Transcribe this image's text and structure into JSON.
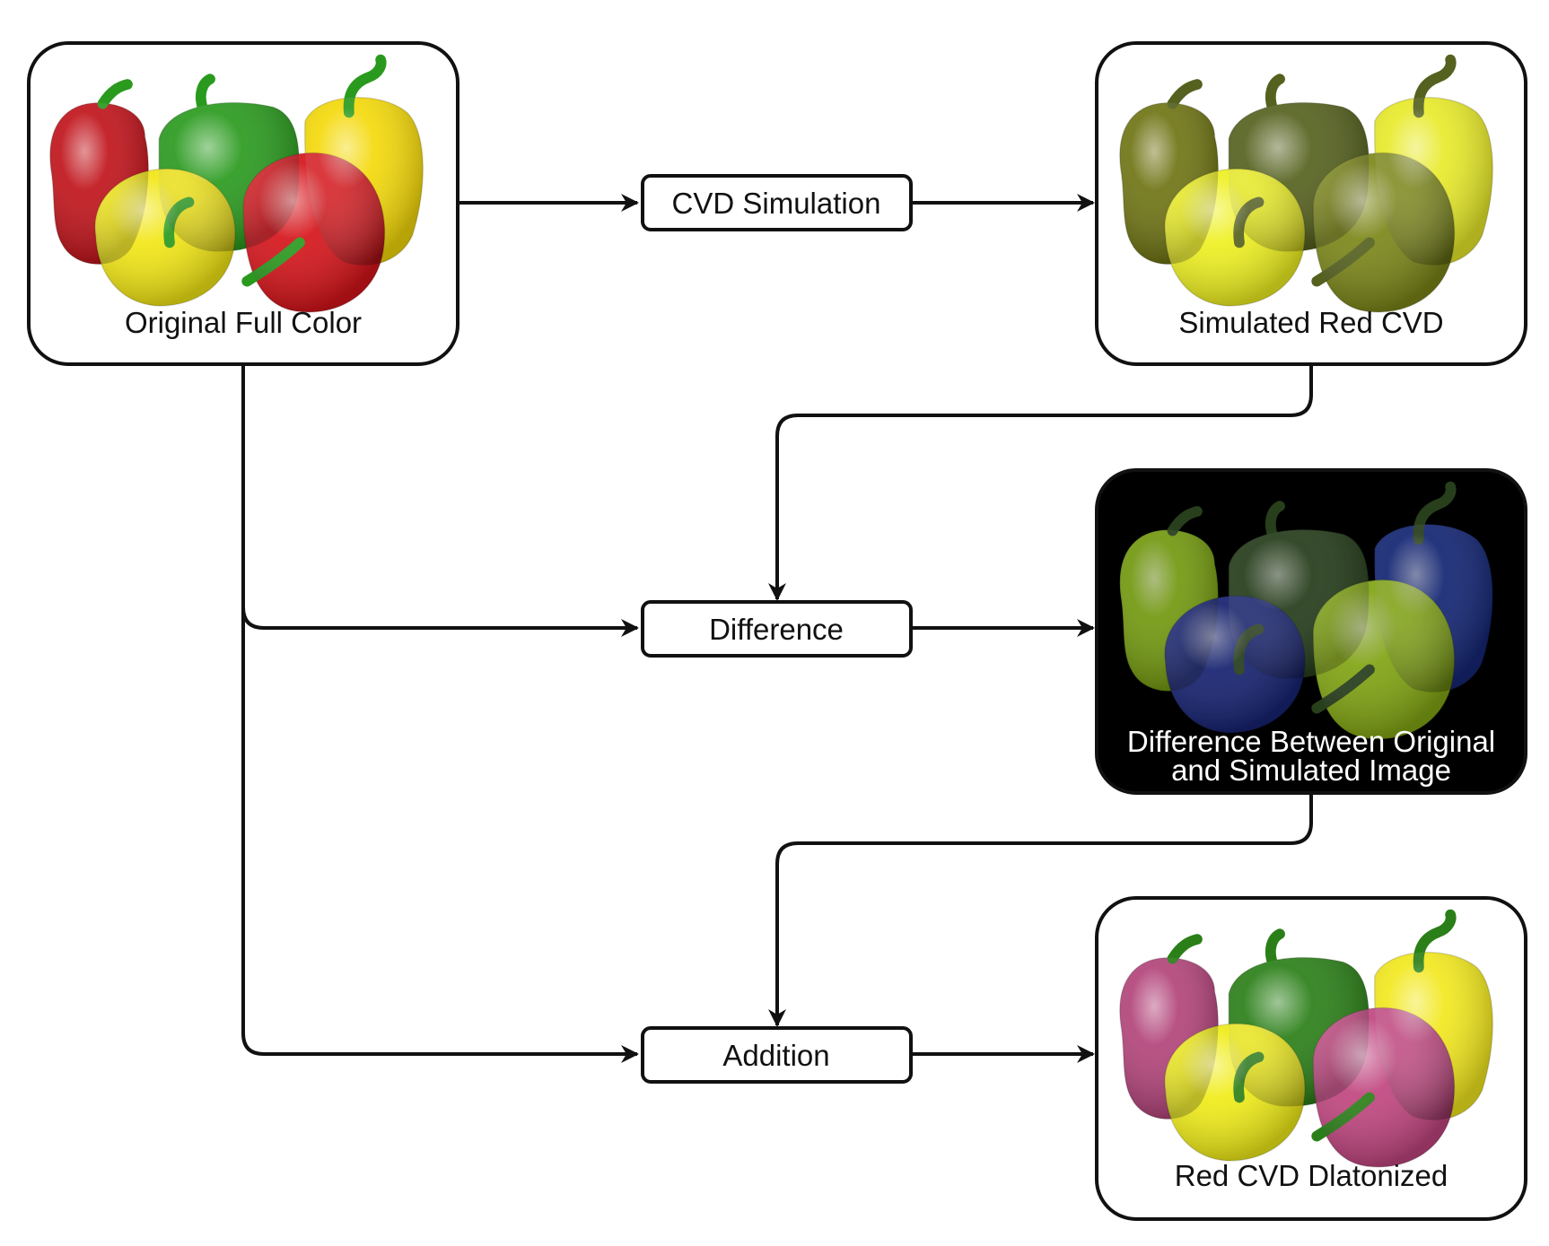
{
  "panels": {
    "original": {
      "label": "Original Full Color",
      "palette": [
        "#c0141b",
        "#2a9a1e",
        "#f4d90a",
        "#f2e614",
        "#d5141a"
      ]
    },
    "simulated": {
      "label": "Simulated Red CVD",
      "palette": [
        "#6f7414",
        "#55611e",
        "#e8ea2a",
        "#eef020",
        "#7b8618"
      ]
    },
    "difference": {
      "label_line1": "Difference Between Original",
      "label_line2": "and Simulated Image",
      "palette": [
        "#8ab716",
        "#2f4a22",
        "#1a2f8a",
        "#1c2a86",
        "#9ac418"
      ]
    },
    "daltonized": {
      "label": "Red CVD Dlatonized",
      "palette": [
        "#b2447a",
        "#2b7f18",
        "#f2e81e",
        "#f0ec18",
        "#c0457f"
      ]
    }
  },
  "operations": {
    "simulation": "CVD Simulation",
    "difference": "Difference",
    "addition": "Addition"
  },
  "colors": {
    "stroke": "#111111",
    "difference_panel_bg": "#000000"
  }
}
